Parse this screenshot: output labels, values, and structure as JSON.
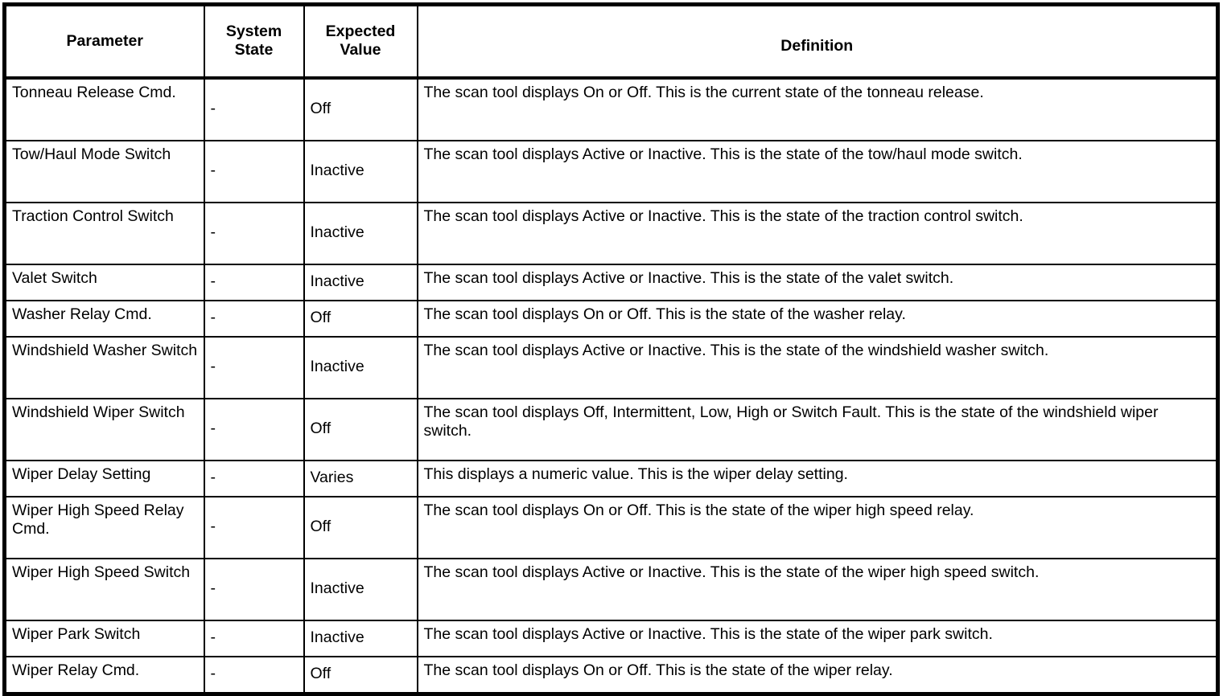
{
  "table": {
    "columns": [
      {
        "key": "parameter",
        "label": "Parameter"
      },
      {
        "key": "system_state",
        "label": "System\nState"
      },
      {
        "key": "expected_value",
        "label": "Expected\nValue"
      },
      {
        "key": "definition",
        "label": "Definition"
      }
    ],
    "header": {
      "parameter": "Parameter",
      "system_state_line1": "System",
      "system_state_line2": "State",
      "expected_value_line1": "Expected",
      "expected_value_line2": "Value",
      "definition": "Definition"
    },
    "rows": [
      {
        "parameter": "Tonneau Release Cmd.",
        "system_state": "-",
        "expected_value": "Off",
        "definition": "The scan tool displays On or Off. This is the current state of the tonneau release."
      },
      {
        "parameter": "Tow/Haul Mode Switch",
        "system_state": "-",
        "expected_value": "Inactive",
        "definition": "The scan tool displays Active or Inactive. This is the state of the tow/haul mode switch."
      },
      {
        "parameter": "Traction Control Switch",
        "system_state": "-",
        "expected_value": "Inactive",
        "definition": "The scan tool displays Active or Inactive. This is the state of the traction control switch."
      },
      {
        "parameter": "Valet Switch",
        "system_state": "-",
        "expected_value": "Inactive",
        "definition": "The scan tool displays Active or Inactive. This is the state of the valet switch."
      },
      {
        "parameter": "Washer Relay Cmd.",
        "system_state": "-",
        "expected_value": "Off",
        "definition": "The scan tool displays On or Off. This is the state of the washer relay."
      },
      {
        "parameter": "Windshield Washer Switch",
        "system_state": "-",
        "expected_value": "Inactive",
        "definition": "The scan tool displays Active or Inactive. This is the state of the windshield washer switch."
      },
      {
        "parameter": "Windshield Wiper Switch",
        "system_state": "-",
        "expected_value": "Off",
        "definition": "The scan tool displays Off, Intermittent, Low, High or Switch Fault. This is the state of the windshield wiper switch."
      },
      {
        "parameter": "Wiper Delay Setting",
        "system_state": "-",
        "expected_value": "Varies",
        "definition": "This displays a numeric value. This is the wiper delay setting."
      },
      {
        "parameter": "Wiper High Speed Relay Cmd.",
        "system_state": "-",
        "expected_value": "Off",
        "definition": "The scan tool displays On or Off. This is the state of the wiper high speed relay."
      },
      {
        "parameter": "Wiper High Speed Switch",
        "system_state": "-",
        "expected_value": "Inactive",
        "definition": "The scan tool displays Active or Inactive. This is the state of the wiper high speed switch."
      },
      {
        "parameter": "Wiper Park Switch",
        "system_state": "-",
        "expected_value": "Inactive",
        "definition": "The scan tool displays Active or Inactive. This is the state of the wiper park switch."
      },
      {
        "parameter": "Wiper Relay Cmd.",
        "system_state": "-",
        "expected_value": "Off",
        "definition": "The scan tool displays On or Off. This is the state of the wiper relay."
      }
    ]
  },
  "colors": {
    "border": "#000000",
    "text": "#000000",
    "background": "#ffffff"
  }
}
